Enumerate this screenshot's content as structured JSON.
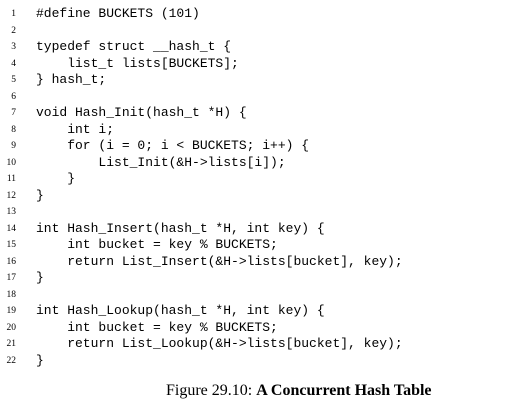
{
  "code": {
    "lines": [
      {
        "no": "1",
        "text": "#define BUCKETS (101)"
      },
      {
        "no": "2",
        "text": ""
      },
      {
        "no": "3",
        "text": "typedef struct __hash_t {"
      },
      {
        "no": "4",
        "text": "    list_t lists[BUCKETS];"
      },
      {
        "no": "5",
        "text": "} hash_t;"
      },
      {
        "no": "6",
        "text": ""
      },
      {
        "no": "7",
        "text": "void Hash_Init(hash_t *H) {"
      },
      {
        "no": "8",
        "text": "    int i;"
      },
      {
        "no": "9",
        "text": "    for (i = 0; i < BUCKETS; i++) {"
      },
      {
        "no": "10",
        "text": "        List_Init(&H->lists[i]);"
      },
      {
        "no": "11",
        "text": "    }"
      },
      {
        "no": "12",
        "text": "}"
      },
      {
        "no": "13",
        "text": ""
      },
      {
        "no": "14",
        "text": "int Hash_Insert(hash_t *H, int key) {"
      },
      {
        "no": "15",
        "text": "    int bucket = key % BUCKETS;"
      },
      {
        "no": "16",
        "text": "    return List_Insert(&H->lists[bucket], key);"
      },
      {
        "no": "17",
        "text": "}"
      },
      {
        "no": "18",
        "text": ""
      },
      {
        "no": "19",
        "text": "int Hash_Lookup(hash_t *H, int key) {"
      },
      {
        "no": "20",
        "text": "    int bucket = key % BUCKETS;"
      },
      {
        "no": "21",
        "text": "    return List_Lookup(&H->lists[bucket], key);"
      },
      {
        "no": "22",
        "text": "}"
      }
    ]
  },
  "caption": {
    "label": "Figure 29.10: ",
    "title": "A Concurrent Hash Table"
  }
}
